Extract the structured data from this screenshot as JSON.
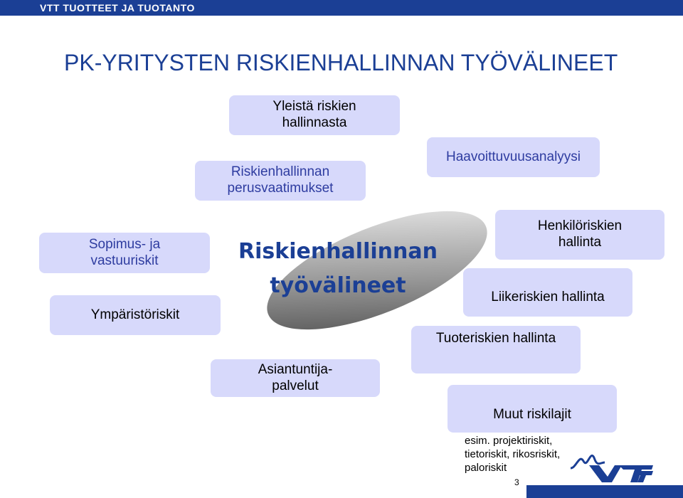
{
  "header": {
    "label": "VTT TUOTTEET JA TUOTANTO"
  },
  "title": "PK-YRITYSTEN RISKIENHALLINNAN TYÖVÄLINEET",
  "center": {
    "line1": "Riskienhallinnan",
    "line2": "työvälineet"
  },
  "boxes": {
    "yleista": [
      "Yleistä riskien",
      "hallinnasta"
    ],
    "perusvaatimukset": [
      "Riskienhallinnan",
      "perusvaatimukset"
    ],
    "haavoittuvuus": "Haavoittuvuusanalyysi",
    "sopimus": [
      "Sopimus- ja",
      "vastuuriskit"
    ],
    "ymparisto": "Ympäristöriskit",
    "henkilo": [
      "Henkilöriskien",
      "hallinta"
    ],
    "liike": "Liikeriskien hallinta",
    "tuote": "Tuoteriskien hallinta",
    "asiantuntija": [
      "Asiantuntija-",
      "palvelut"
    ],
    "muut": "Muut riskilajit"
  },
  "note": [
    "esim. projektiriskit,",
    "tietoriskit, rikosriskit,",
    "paloriskit"
  ],
  "page_number": "3",
  "colors": {
    "brand": "#1b3f95",
    "box_fill": "#d7d9fb",
    "box_text": "#2e3ca0"
  }
}
